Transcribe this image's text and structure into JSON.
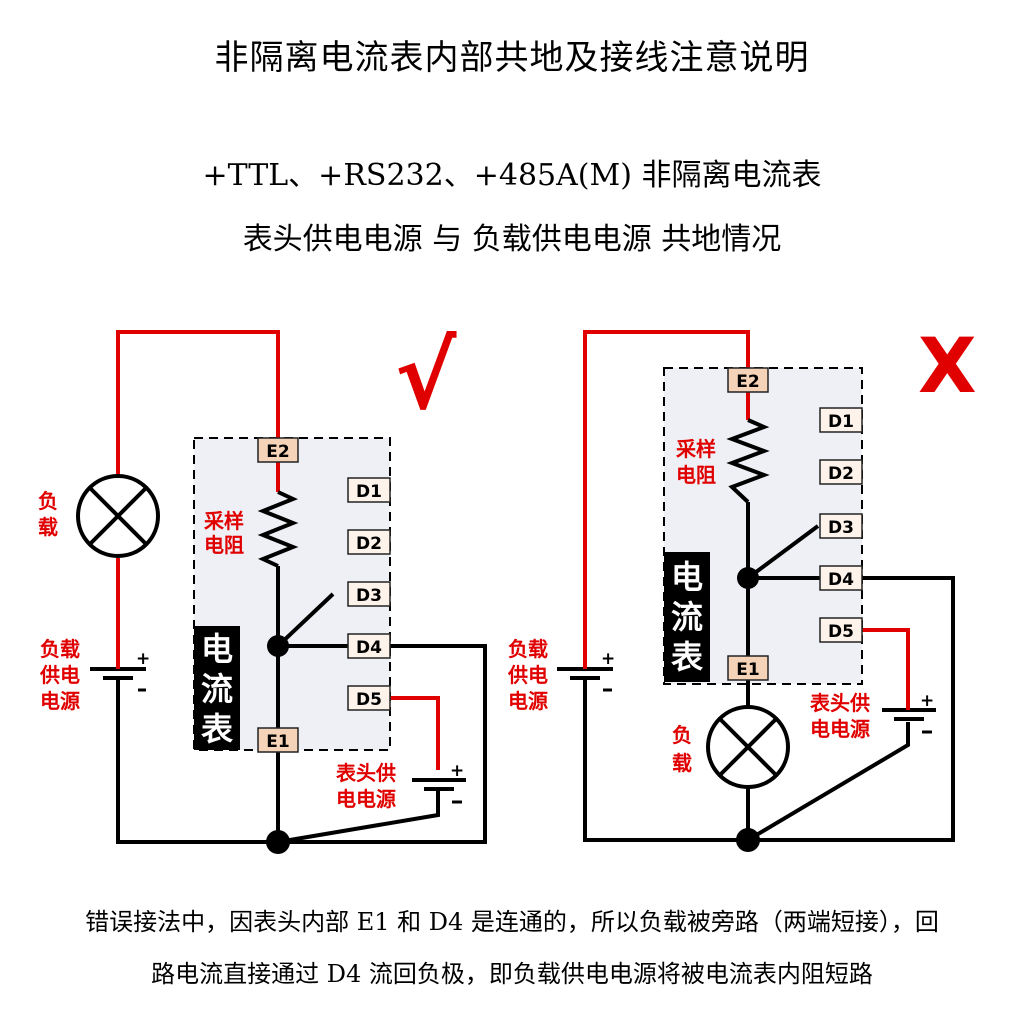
{
  "title": "非隔离电流表内部共地及接线注意说明",
  "subtitle_line1": "+TTL、+RS232、+485A(M)  非隔离电流表",
  "subtitle_line2": "表头供电电源  与  负载供电电源  共地情况",
  "pins": {
    "e2": "E2",
    "e1": "E1",
    "d1": "D1",
    "d2": "D2",
    "d3": "D3",
    "d4": "D4",
    "d5": "D5"
  },
  "labels": {
    "sampling_resistor_1": "采样",
    "sampling_resistor_2": "电阻",
    "meter_1": "电",
    "meter_2": "流",
    "meter_3": "表",
    "load_1": "负",
    "load_2": "载",
    "load_supply_1": "负载",
    "load_supply_2": "供电",
    "load_supply_3": "电源",
    "load_supply_left_1": "负载",
    "load_supply_left_2": "供电",
    "load_supply_left_3": "电源",
    "meter_supply_1": "表头供",
    "meter_supply_2": "电电源",
    "plus": "+"
  },
  "marks": {
    "correct": "√",
    "wrong": "X"
  },
  "colors": {
    "wire": "#e00000",
    "ground": "#000000",
    "meter_bg": "#eef0f6",
    "pin_bg": "#f5d3b8"
  },
  "note_line1": "错误接法中，因表头内部 E1 和 D4 是连通的，所以负载被旁路（两端短接），回",
  "note_line2": "路电流直接通过 D4 流回负极，即负载供电电源将被电流表内阻短路"
}
